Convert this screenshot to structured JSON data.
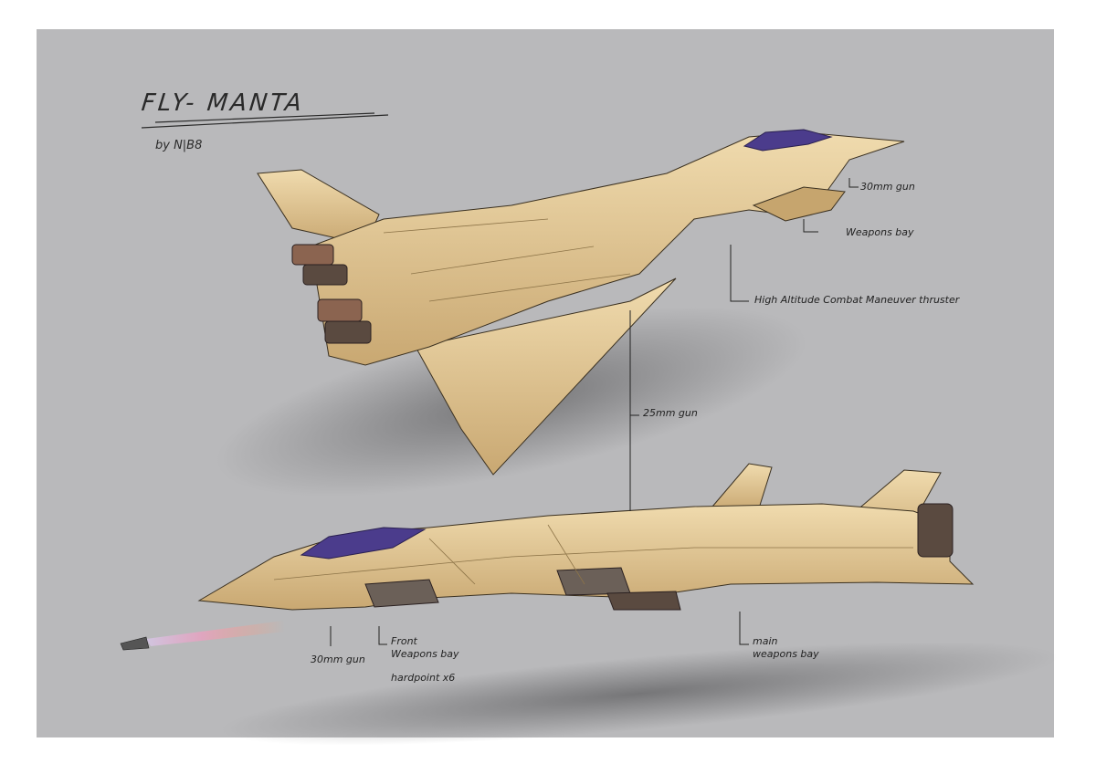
{
  "title": "FLY- MANTA",
  "author": "by N|B8",
  "labels": {
    "gun_30mm_top": "30mm gun",
    "weapons_bay_top": "Weapons bay",
    "thruster": "High Altitude Combat Maneuver thruster",
    "gun_25mm": "25mm gun",
    "gun_30mm_bottom": "30mm gun",
    "front_bay_1": "Front",
    "front_bay_2": "Weapons bay",
    "hardpoint": "hardpoint x6",
    "main_bay_1": "main",
    "main_bay_2": "weapons bay"
  },
  "colors": {
    "background": "#b9b9bb",
    "hull": "#e3c48f",
    "hull_dark": "#c6a56e",
    "canopy": "#4b3c8c",
    "nozzle": "#5a4a40"
  }
}
